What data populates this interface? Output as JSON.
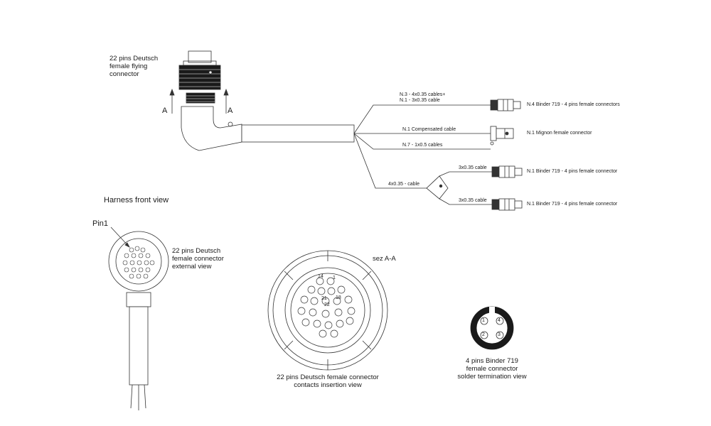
{
  "top_connector": {
    "label_lines": [
      "22 pins Deutsch",
      "female flying",
      "connector"
    ],
    "section_marks": [
      "A",
      "A"
    ]
  },
  "cables": {
    "branch_1": [
      "N.3 - 4x0.35 cables+",
      "N.1 - 3x0.35 cable"
    ],
    "branch_2": "N.1 Compensated cable",
    "branch_3": "N.7 - 1x0.5 cables",
    "branch_4": "4x0.35 - cable",
    "split_upper": "3x0.35 cable",
    "split_lower": "3x0.35 cable"
  },
  "end_connectors": {
    "binder_group": "N.4 Binder 719 - 4 pins female connectors",
    "mignon": "N.1 Mignon female connector",
    "binder_upper": "N.1 Binder 719 - 4 pins female connector",
    "binder_lower": "N.1 Binder 719 - 4 pins female connector"
  },
  "front_view": {
    "title": "Harness front view",
    "pin_label": "Pin1",
    "label_lines": [
      "22 pins Deutsch",
      "female connector",
      "external view"
    ]
  },
  "section_view": {
    "title": "sez A-A",
    "pin_numbers": [
      "14",
      "1",
      "21",
      "18",
      "22"
    ],
    "caption_lines": [
      "22 pins Deutsch female connector",
      "contacts insertion view"
    ]
  },
  "binder_view": {
    "pin_numbers": [
      "1",
      "4",
      "2",
      "3"
    ],
    "caption_lines": [
      "4 pins Binder 719",
      "female connector",
      "solder termination view"
    ]
  }
}
